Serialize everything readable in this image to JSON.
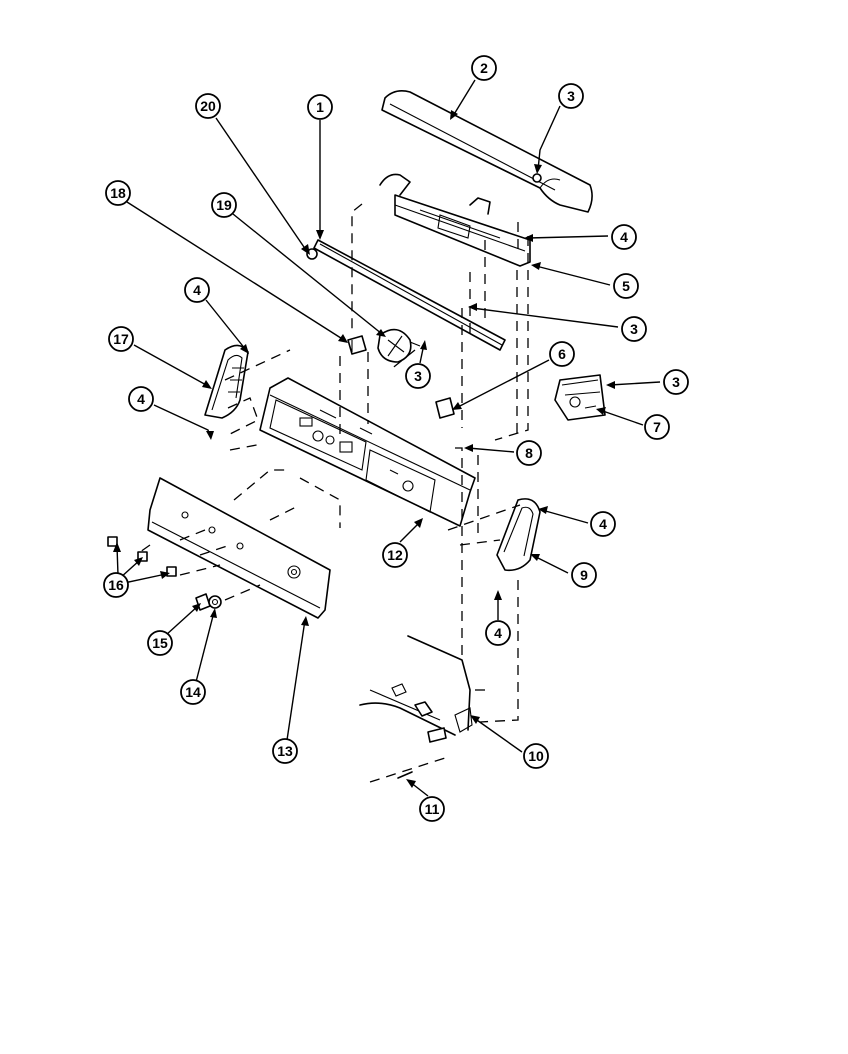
{
  "diagram": {
    "type": "exploded-parts-view",
    "callouts": [
      {
        "id": "c1",
        "label": "1"
      },
      {
        "id": "c2",
        "label": "2"
      },
      {
        "id": "c3a",
        "label": "3"
      },
      {
        "id": "c3b",
        "label": "3"
      },
      {
        "id": "c3c",
        "label": "3"
      },
      {
        "id": "c3d",
        "label": "3"
      },
      {
        "id": "c4a",
        "label": "4"
      },
      {
        "id": "c4b",
        "label": "4"
      },
      {
        "id": "c4c",
        "label": "4"
      },
      {
        "id": "c4d",
        "label": "4"
      },
      {
        "id": "c4e",
        "label": "4"
      },
      {
        "id": "c5",
        "label": "5"
      },
      {
        "id": "c6",
        "label": "6"
      },
      {
        "id": "c7",
        "label": "7"
      },
      {
        "id": "c8",
        "label": "8"
      },
      {
        "id": "c9",
        "label": "9"
      },
      {
        "id": "c10",
        "label": "10"
      },
      {
        "id": "c11",
        "label": "11"
      },
      {
        "id": "c12",
        "label": "12"
      },
      {
        "id": "c13",
        "label": "13"
      },
      {
        "id": "c14",
        "label": "14"
      },
      {
        "id": "c15",
        "label": "15"
      },
      {
        "id": "c16",
        "label": "16"
      },
      {
        "id": "c17",
        "label": "17"
      },
      {
        "id": "c18",
        "label": "18"
      },
      {
        "id": "c19",
        "label": "19"
      },
      {
        "id": "c20",
        "label": "20"
      }
    ]
  }
}
